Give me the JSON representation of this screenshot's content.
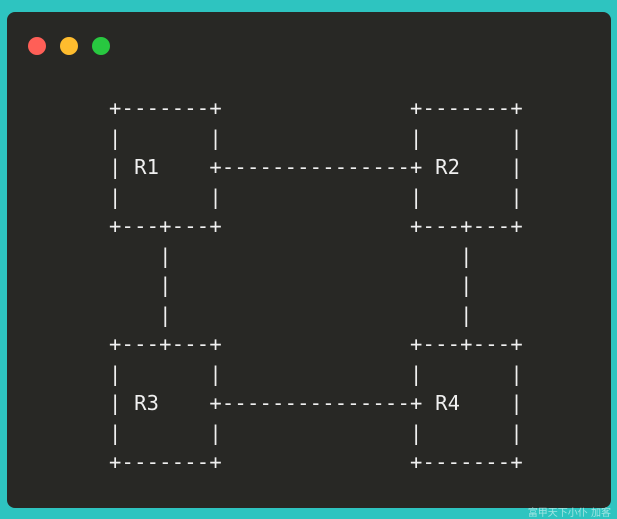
{
  "window": {
    "controls": [
      {
        "name": "close",
        "color": "#ff5f57"
      },
      {
        "name": "minimize",
        "color": "#febc2e"
      },
      {
        "name": "maximize",
        "color": "#28c840"
      }
    ]
  },
  "diagram": {
    "lines": [
      "+-------+               +-------+",
      "|       |               |       |",
      "| R1    +---------------+ R2    |",
      "|       |               |       |",
      "+---+---+               +---+---+",
      "    |                       |    ",
      "    |                       |    ",
      "    |                       |    ",
      "+---+---+               +---+---+",
      "|       |               |       |",
      "| R3    +---------------+ R4    |",
      "|       |               |       |",
      "+-------+               +-------+"
    ]
  },
  "watermark": "富甲天下小仆 加客"
}
